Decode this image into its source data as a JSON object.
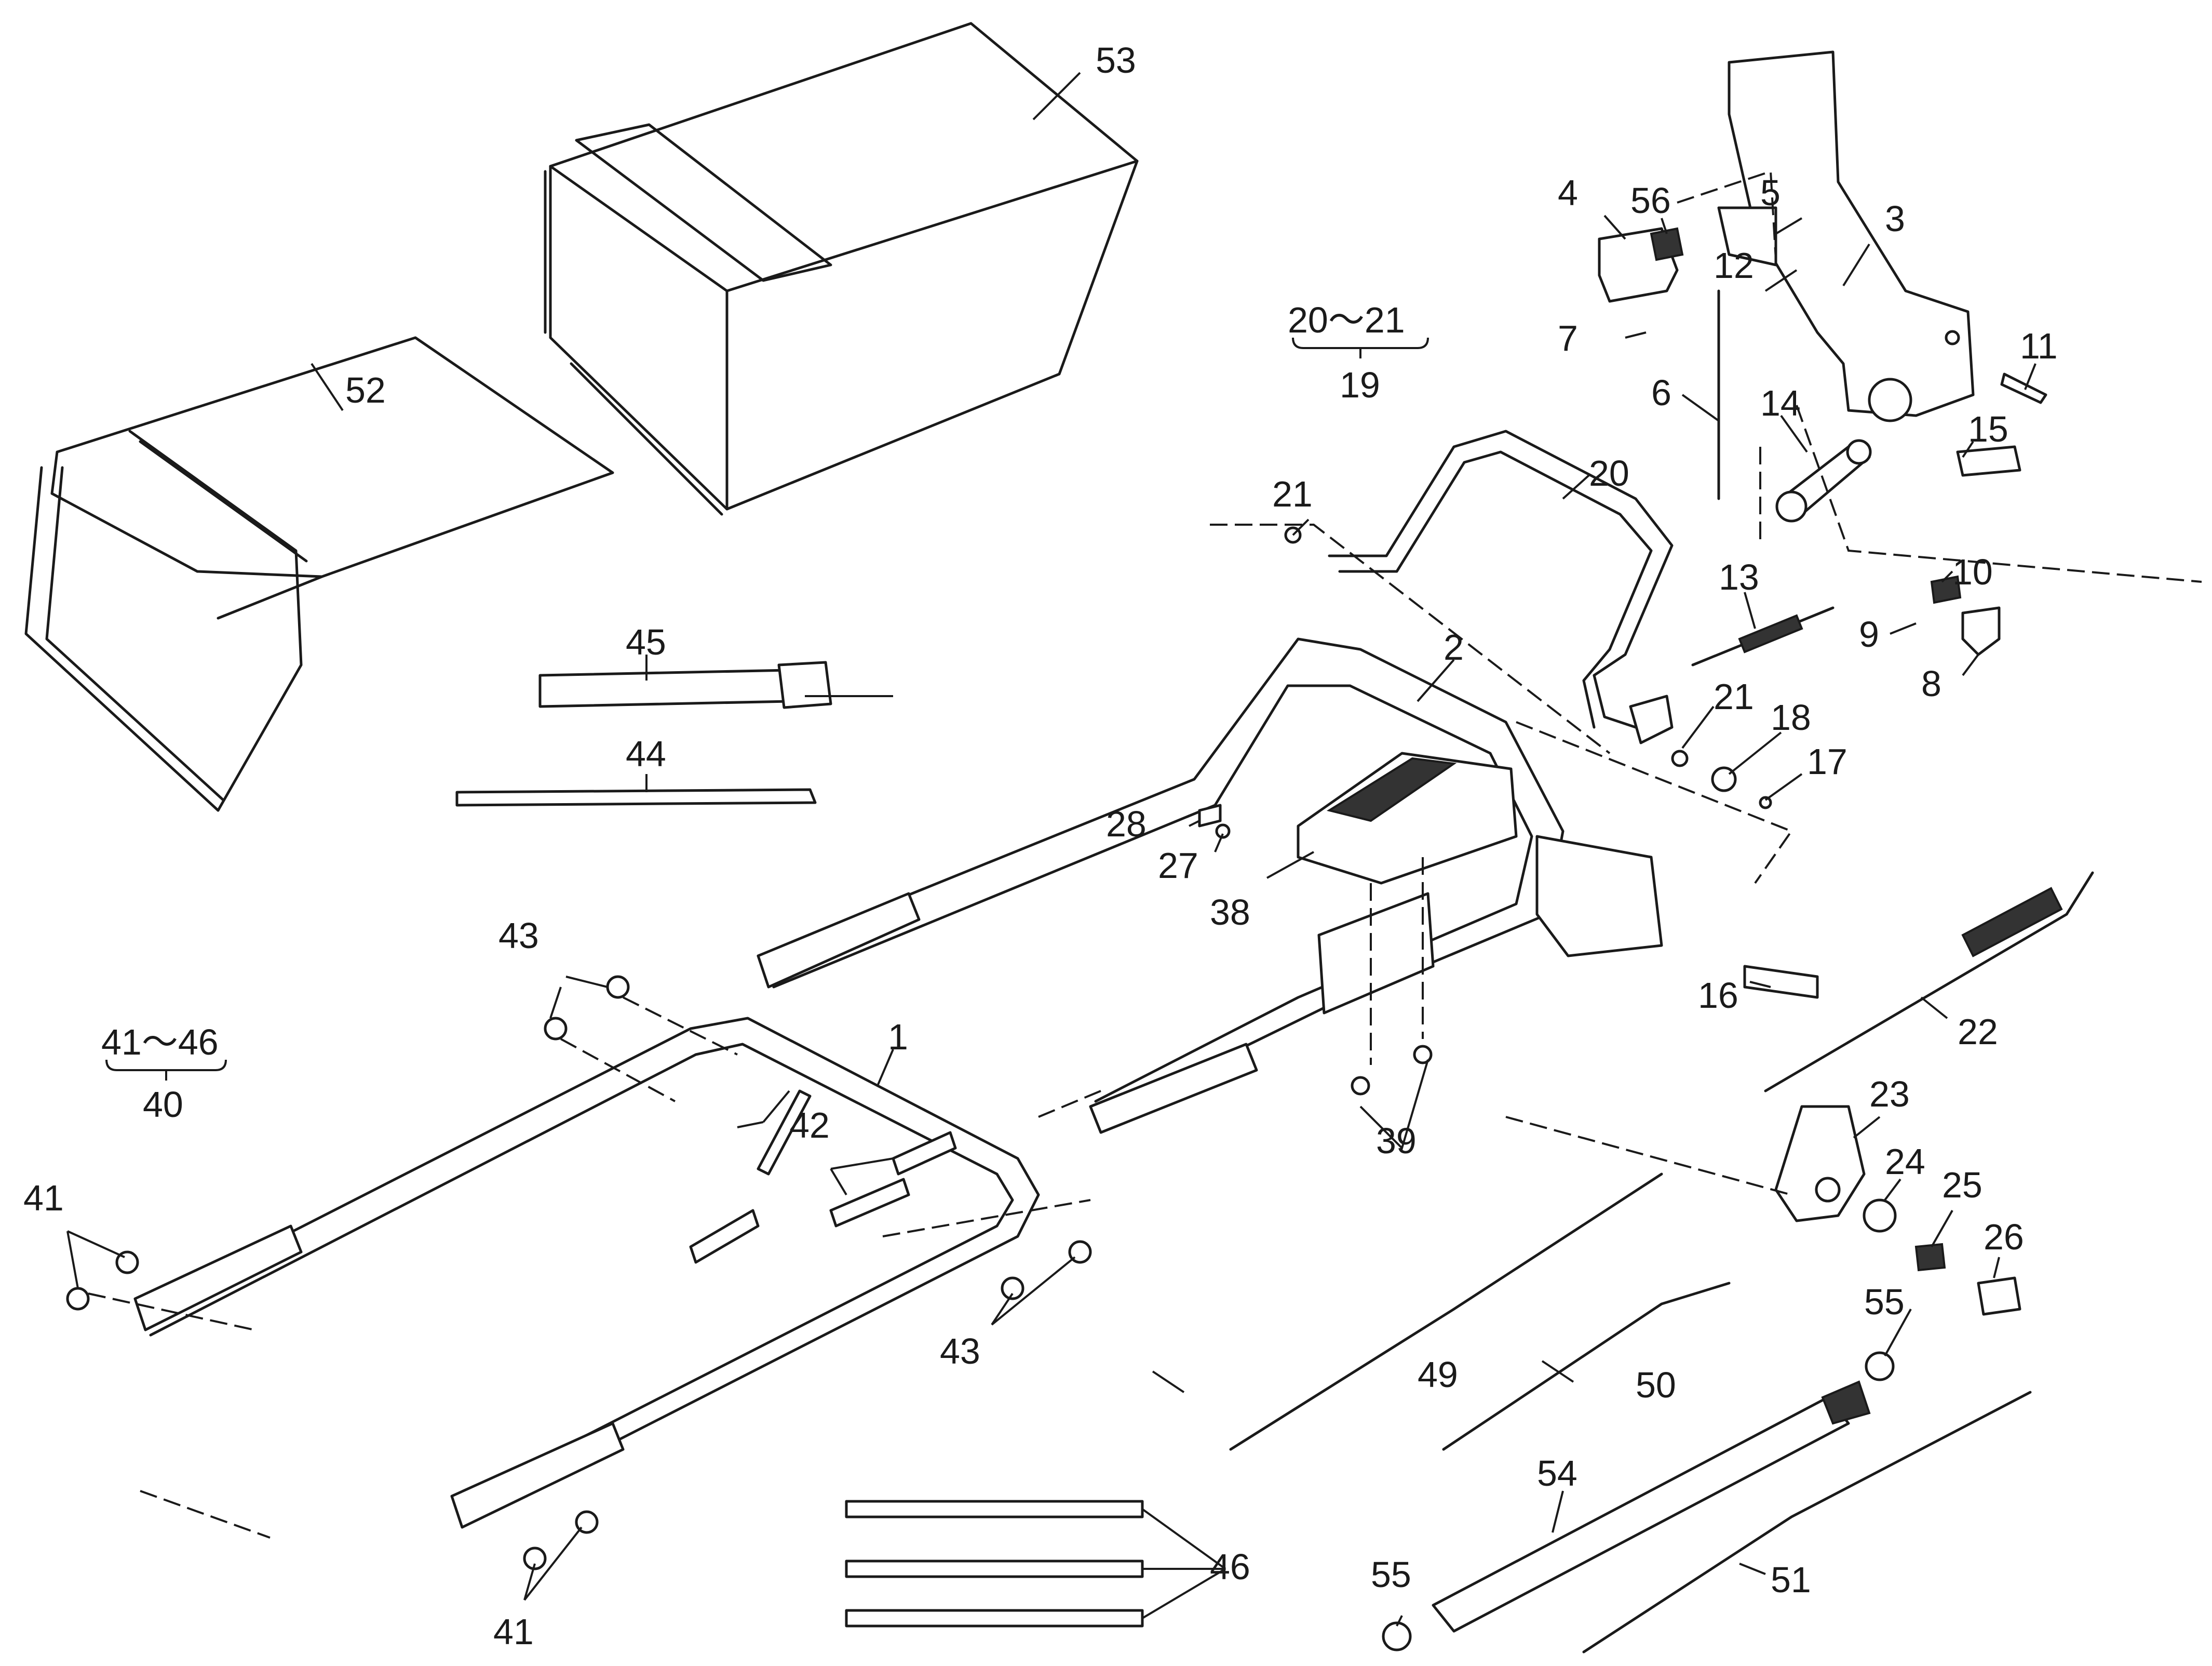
{
  "labels": {
    "p1": "1",
    "p2": "2",
    "p3": "3",
    "p4": "4",
    "p5": "5",
    "p6": "6",
    "p7": "7",
    "p8": "8",
    "p9": "9",
    "p10": "10",
    "p11": "11",
    "p12": "12",
    "p13": "13",
    "p14": "14",
    "p15": "15",
    "p16": "16",
    "p17": "17",
    "p18": "18",
    "p20": "20",
    "p21a": "21",
    "p21b": "21",
    "p22": "22",
    "p23": "23",
    "p24": "24",
    "p25": "25",
    "p26": "26",
    "p27": "27",
    "p28": "28",
    "p38": "38",
    "p39": "39",
    "p41a": "41",
    "p41b": "41",
    "p42": "42",
    "p43a": "43",
    "p43b": "43",
    "p44": "44",
    "p45": "45",
    "p46": "46",
    "p49": "49",
    "p50": "50",
    "p51": "51",
    "p52": "52",
    "p53": "53",
    "p54": "54",
    "p55a": "55",
    "p55b": "55",
    "p56": "56"
  },
  "groups": {
    "g19_range": "20～21",
    "g19_parent": "19",
    "g40_range": "41～46",
    "g40_parent": "40"
  }
}
